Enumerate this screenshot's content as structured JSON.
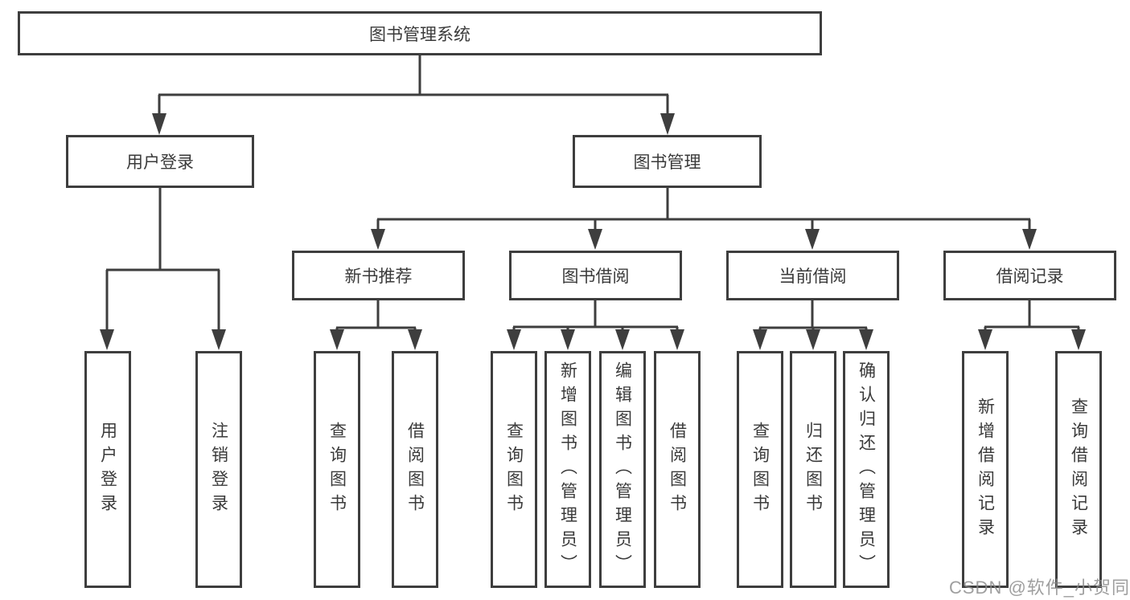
{
  "tree": {
    "root": "图书管理系统",
    "children": [
      {
        "label": "用户登录",
        "children": [
          "用户登录",
          "注销登录"
        ]
      },
      {
        "label": "图书管理",
        "children": [
          {
            "label": "新书推荐",
            "children": [
              "查询图书",
              "借阅图书"
            ]
          },
          {
            "label": "图书借阅",
            "children": [
              "查询图书",
              "新增图书（管理员）",
              "编辑图书（管理员）",
              "借阅图书"
            ]
          },
          {
            "label": "当前借阅",
            "children": [
              "查询图书",
              "归还图书",
              "确认归还（管理员）"
            ]
          },
          {
            "label": "借阅记录",
            "children": [
              "新增借阅记录",
              "查询借阅记录"
            ]
          }
        ]
      }
    ]
  },
  "watermark": {
    "text": "CSDN @软件_小贺同学"
  },
  "colors": {
    "line": "#3e3e3e",
    "text": "#3a3a3a",
    "background": "#ffffff",
    "watermark": "#8a8a8a"
  }
}
